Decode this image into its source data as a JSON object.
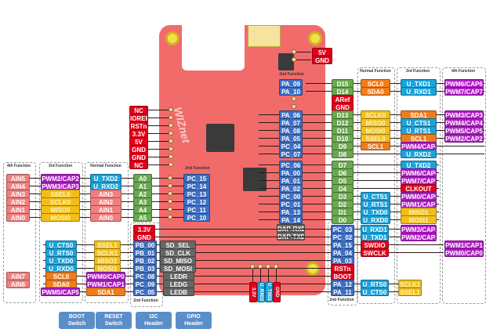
{
  "title": "WIZnet board pinout",
  "group_headers": {
    "fourth": "4th Function",
    "third": "3rd Function",
    "normal": "Normal Function",
    "second": "2nd Function"
  },
  "power_top_right": [
    "5V",
    "GND"
  ],
  "left_power_header": [
    "NC",
    "IOREF",
    "RSTn",
    "3.3V",
    "5V",
    "GND",
    "GND",
    "NC"
  ],
  "left_analog": {
    "fourth": [
      "AIN5",
      "AIN4",
      "AIN3",
      "AIN2",
      "AIN1",
      "AIN0"
    ],
    "third": [
      "PWM2/CAP2",
      "PWM3/CAP3",
      "SSEL0",
      "SCLK0",
      "MISO0",
      "MOSI0"
    ],
    "normal": [
      "U_TXD2",
      "U_RXD2",
      "AIN3",
      "AIN2",
      "AIN1",
      "AIN0"
    ],
    "pins": [
      "A0",
      "A1",
      "A2",
      "A3",
      "A4",
      "A5"
    ],
    "second": [
      "PC_15",
      "PC_14",
      "PC_13",
      "PC_12",
      "PC_11",
      "PC_10"
    ]
  },
  "left_misc": {
    "power": [
      "3.3V",
      "GND"
    ],
    "pins": [
      "PB_00",
      "PB_01",
      "PB_02",
      "PB_03",
      "PC_08",
      "PC_09",
      "PC_05"
    ],
    "functions": [
      "SD_SEL",
      "SD_CLK",
      "SD_MISO",
      "SD_MOSI",
      "LEDR",
      "LEDG",
      "LEDB"
    ],
    "normal": [
      "SSEL1",
      "SCLK1",
      "MISO1",
      "MOSI1",
      "PWM0/CAP0",
      "PWM1/CAP1",
      "SDA1"
    ],
    "third": [
      "U_CTS0",
      "U_RTS0",
      "U_TXD0",
      "U_RXD0",
      "SCL0",
      "SDA0",
      "PWM5/CAP5"
    ],
    "fourth": [
      "AIN7",
      "AIN6"
    ]
  },
  "right_digital_top": {
    "second": [
      "PA_09",
      "PA_10"
    ],
    "pins": [
      "D15",
      "D14",
      "ARef",
      "GND"
    ],
    "normal": [
      "SCL0",
      "SDA0"
    ],
    "third": [
      "U_TXD1",
      "U_RXD1"
    ],
    "fourth": [
      "PWM6/CAP6",
      "PWM7/CAP7"
    ]
  },
  "right_digital_mid": {
    "second": [
      "PA_06",
      "PA_07",
      "PA_08",
      "PA_05",
      "PC_04",
      "PC_07"
    ],
    "pins": [
      "D13",
      "D12",
      "D11",
      "D10",
      "D9",
      "D8"
    ],
    "normal": [
      "SCLK0",
      "MISO0",
      "MOSI0",
      "SSEL0",
      "SCL1"
    ],
    "third": [
      "SDA1",
      "U_CTS1",
      "U_RTS1",
      "SCL1",
      "PWM4/CAP4",
      "U_RXD2"
    ],
    "fourth": [
      "PWM3/CAP3",
      "PWM4/CAP4",
      "PWM5/CAP5",
      "PWM2/CAP2"
    ]
  },
  "right_digital_low": {
    "second": [
      "PC_06",
      "PA_00",
      "PA_01",
      "PA_02",
      "PC_00",
      "PC_01",
      "PA_13",
      "PA_14"
    ],
    "pins": [
      "D7",
      "D6",
      "D5",
      "D4",
      "D3",
      "D2",
      "D1",
      "D0"
    ],
    "normal": [
      "U_CTS1",
      "U_RTS1",
      "U_TXD0",
      "U_RXD0"
    ],
    "third": [
      "U_TXD2",
      "PWM6/CAP6",
      "PWM7/CAP7",
      "CLKOUT",
      "PWM0/CAP0",
      "PWM1/CAP1",
      "MISO1",
      "MOSI1"
    ]
  },
  "dap": [
    "DAP-RXD",
    "DAP-TXD"
  ],
  "right_swd": {
    "pins": [
      "PC_03",
      "PC_02",
      "PA_15",
      "PA_04",
      "PA_03",
      "RSTn",
      "BOOT",
      "PA_12",
      "PA_11"
    ],
    "normal": [
      "U_RXD1",
      "U_TXD1",
      "SWDIO",
      "SWCLK",
      "U_RTS0",
      "U_CTS0"
    ],
    "third": [
      "PWM3/CAP3",
      "PWM2/CAP2",
      "SCLK1",
      "SSEL1"
    ],
    "fourth": [
      "PWM1/CAP1",
      "PWM0/CAP0"
    ]
  },
  "bottom_header": [
    "3.3V",
    "U_RXD2",
    "U_TXD2",
    "GND"
  ],
  "bottom_legend": [
    {
      "line1": "BOOT",
      "line2": "Switch"
    },
    {
      "line1": "RESET",
      "line2": "Switch"
    },
    {
      "line1": "I2C",
      "line2": "Header"
    },
    {
      "line1": "GPIO",
      "line2": "Header"
    }
  ]
}
